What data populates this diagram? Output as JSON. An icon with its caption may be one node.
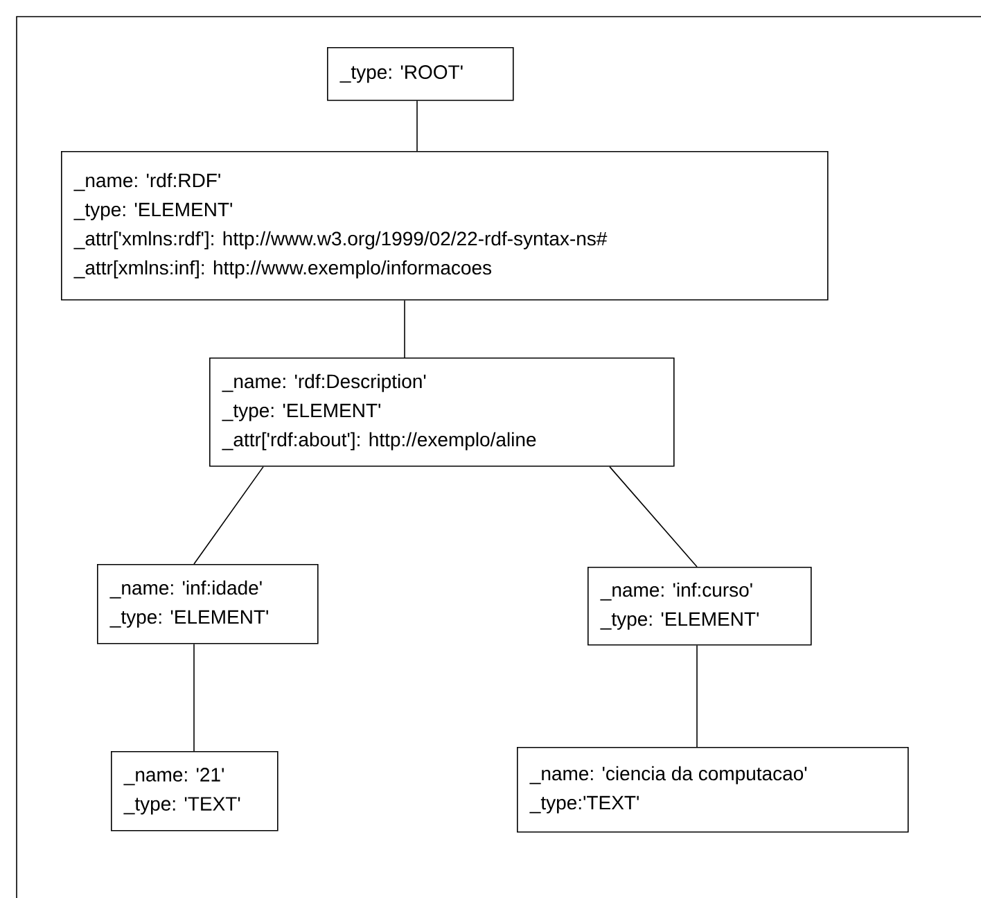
{
  "diagram": {
    "nodes": [
      {
        "text": [
          "_type: 'ROOT'"
        ]
      },
      {
        "text": [
          "_name: 'rdf:RDF'",
          "_type: 'ELEMENT'",
          "_attr['xmlns:rdf']: http://www.w3.org/1999/02/22-rdf-syntax-ns#",
          "_attr[xmlns:inf]: http://www.exemplo/informacoes"
        ]
      },
      {
        "text": [
          "_name: 'rdf:Description'",
          "_type: 'ELEMENT'",
          "_attr['rdf:about']: http://exemplo/aline"
        ]
      },
      {
        "text": [
          "_name: 'inf:idade'",
          "_type: 'ELEMENT'"
        ]
      },
      {
        "text": [
          "_name: 'inf:curso'",
          "_type: 'ELEMENT'"
        ]
      },
      {
        "text": [
          "_name: '21'",
          "_type: 'TEXT'"
        ]
      },
      {
        "text": [
          "_name: 'ciencia da computacao'",
          "_type:'TEXT'"
        ]
      }
    ],
    "edges": [
      {
        "from": 0,
        "to": 1,
        "arrow": "none"
      },
      {
        "from": 1,
        "to": 2,
        "arrow": "none"
      },
      {
        "from": 2,
        "to": 3,
        "arrow": "none"
      },
      {
        "from": 2,
        "to": 4,
        "arrow": "none"
      },
      {
        "from": 3,
        "to": 5,
        "arrow": "none"
      },
      {
        "from": 4,
        "to": 6,
        "arrow": "none"
      }
    ]
  }
}
